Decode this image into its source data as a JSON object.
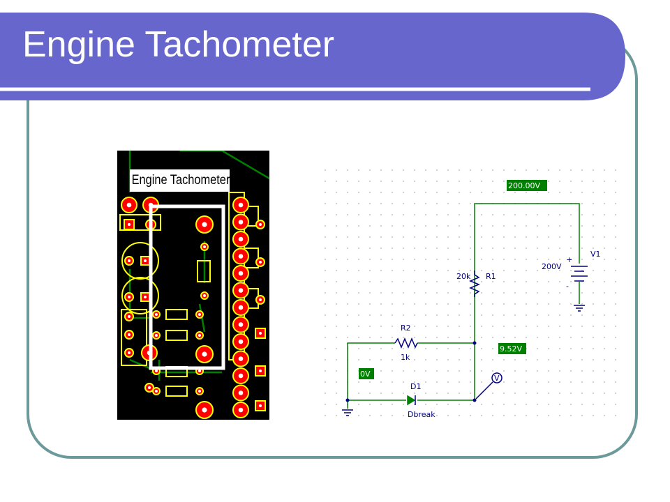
{
  "slide": {
    "title": "Engine Tachometer",
    "colors": {
      "header": "#6666cc",
      "border": "#6c9a9a",
      "accent": "#008000"
    }
  },
  "pcb": {
    "label": "Engine Tachometer",
    "colors": {
      "board": "#000000",
      "pad": "#ff0000",
      "silkscreen": "#ffff00",
      "trace": "#008000",
      "outline": "#ffffff"
    }
  },
  "schematic": {
    "nodes": {
      "top": "200.00V",
      "mid": "9.52V",
      "ground": "0V"
    },
    "v1": {
      "name": "V1",
      "value": "200V"
    },
    "r1": {
      "name": "R1",
      "value": "20k"
    },
    "r2": {
      "name": "R2",
      "value": "1k"
    },
    "d1": {
      "name": "D1",
      "model": "Dbreak"
    },
    "probe": "V",
    "polarity": {
      "plus": "+",
      "minus": "-"
    }
  }
}
